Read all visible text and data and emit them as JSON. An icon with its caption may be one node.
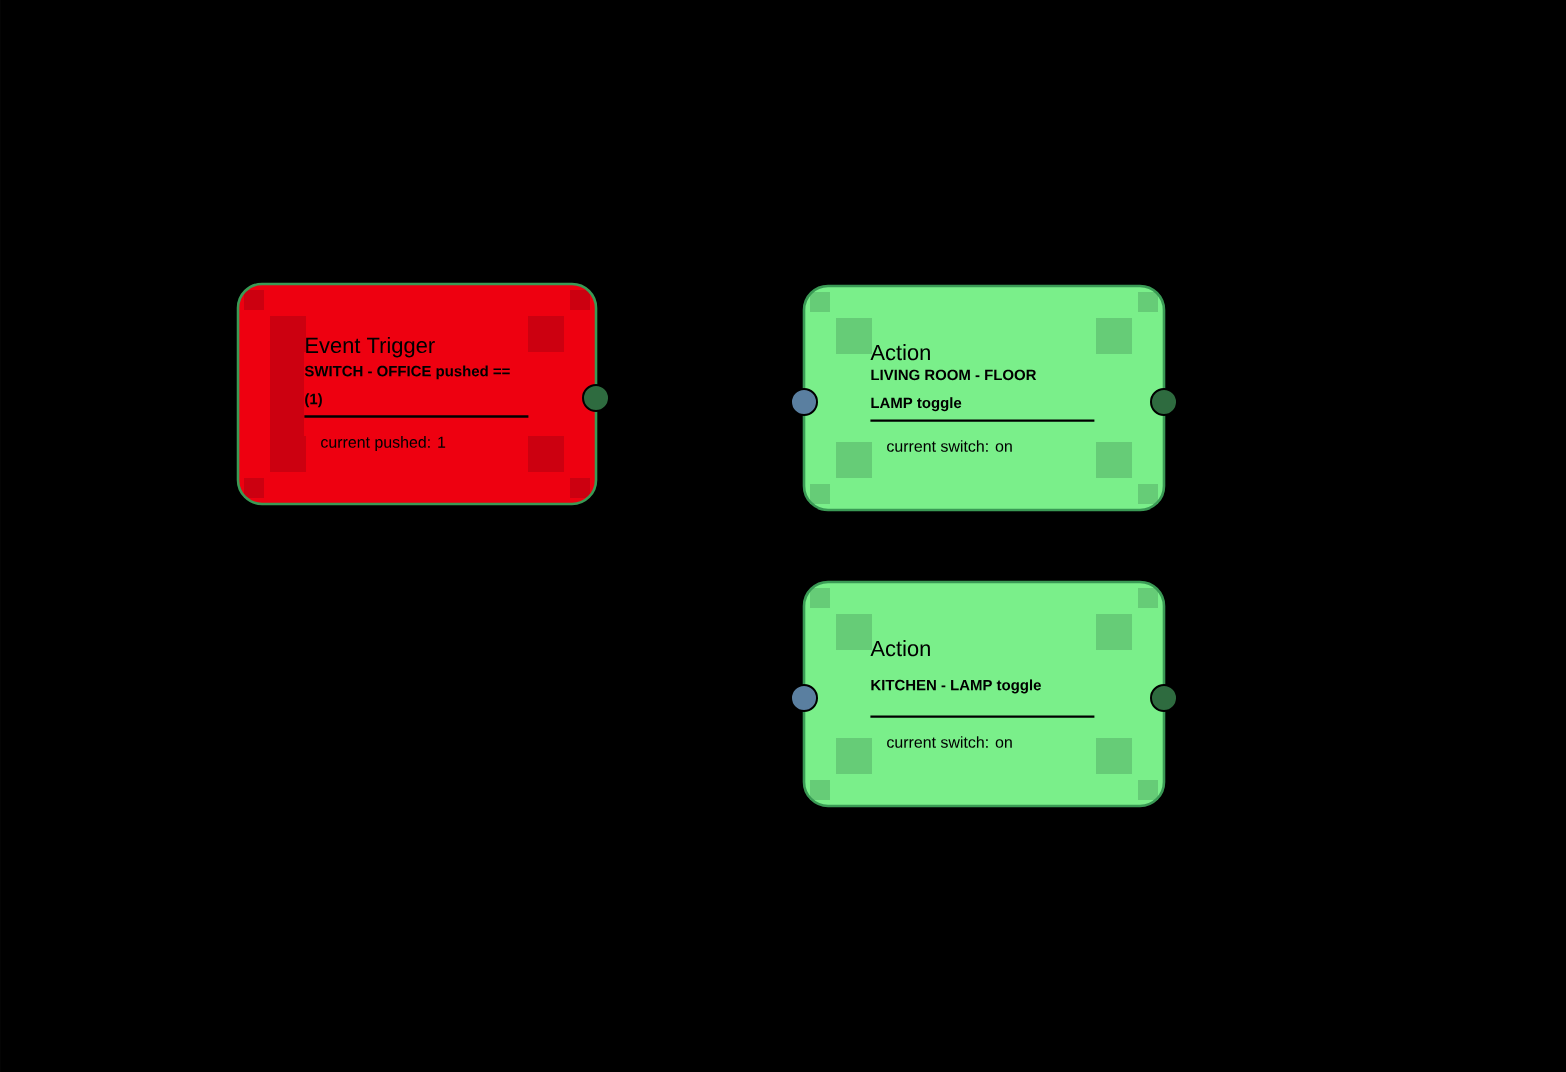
{
  "diagram": {
    "nodes": [
      {
        "text": [
          "Event Trigger",
          "SWITCH - OFFICE pushed == (1)",
          "current pushed: 1"
        ]
      },
      {
        "text": [
          "Action",
          "LIVING ROOM - FLOOR LAMP toggle",
          "current switch: on"
        ]
      },
      {
        "text": [
          "Action",
          "KITCHEN - LAMP toggle",
          "current switch: on"
        ]
      }
    ]
  }
}
